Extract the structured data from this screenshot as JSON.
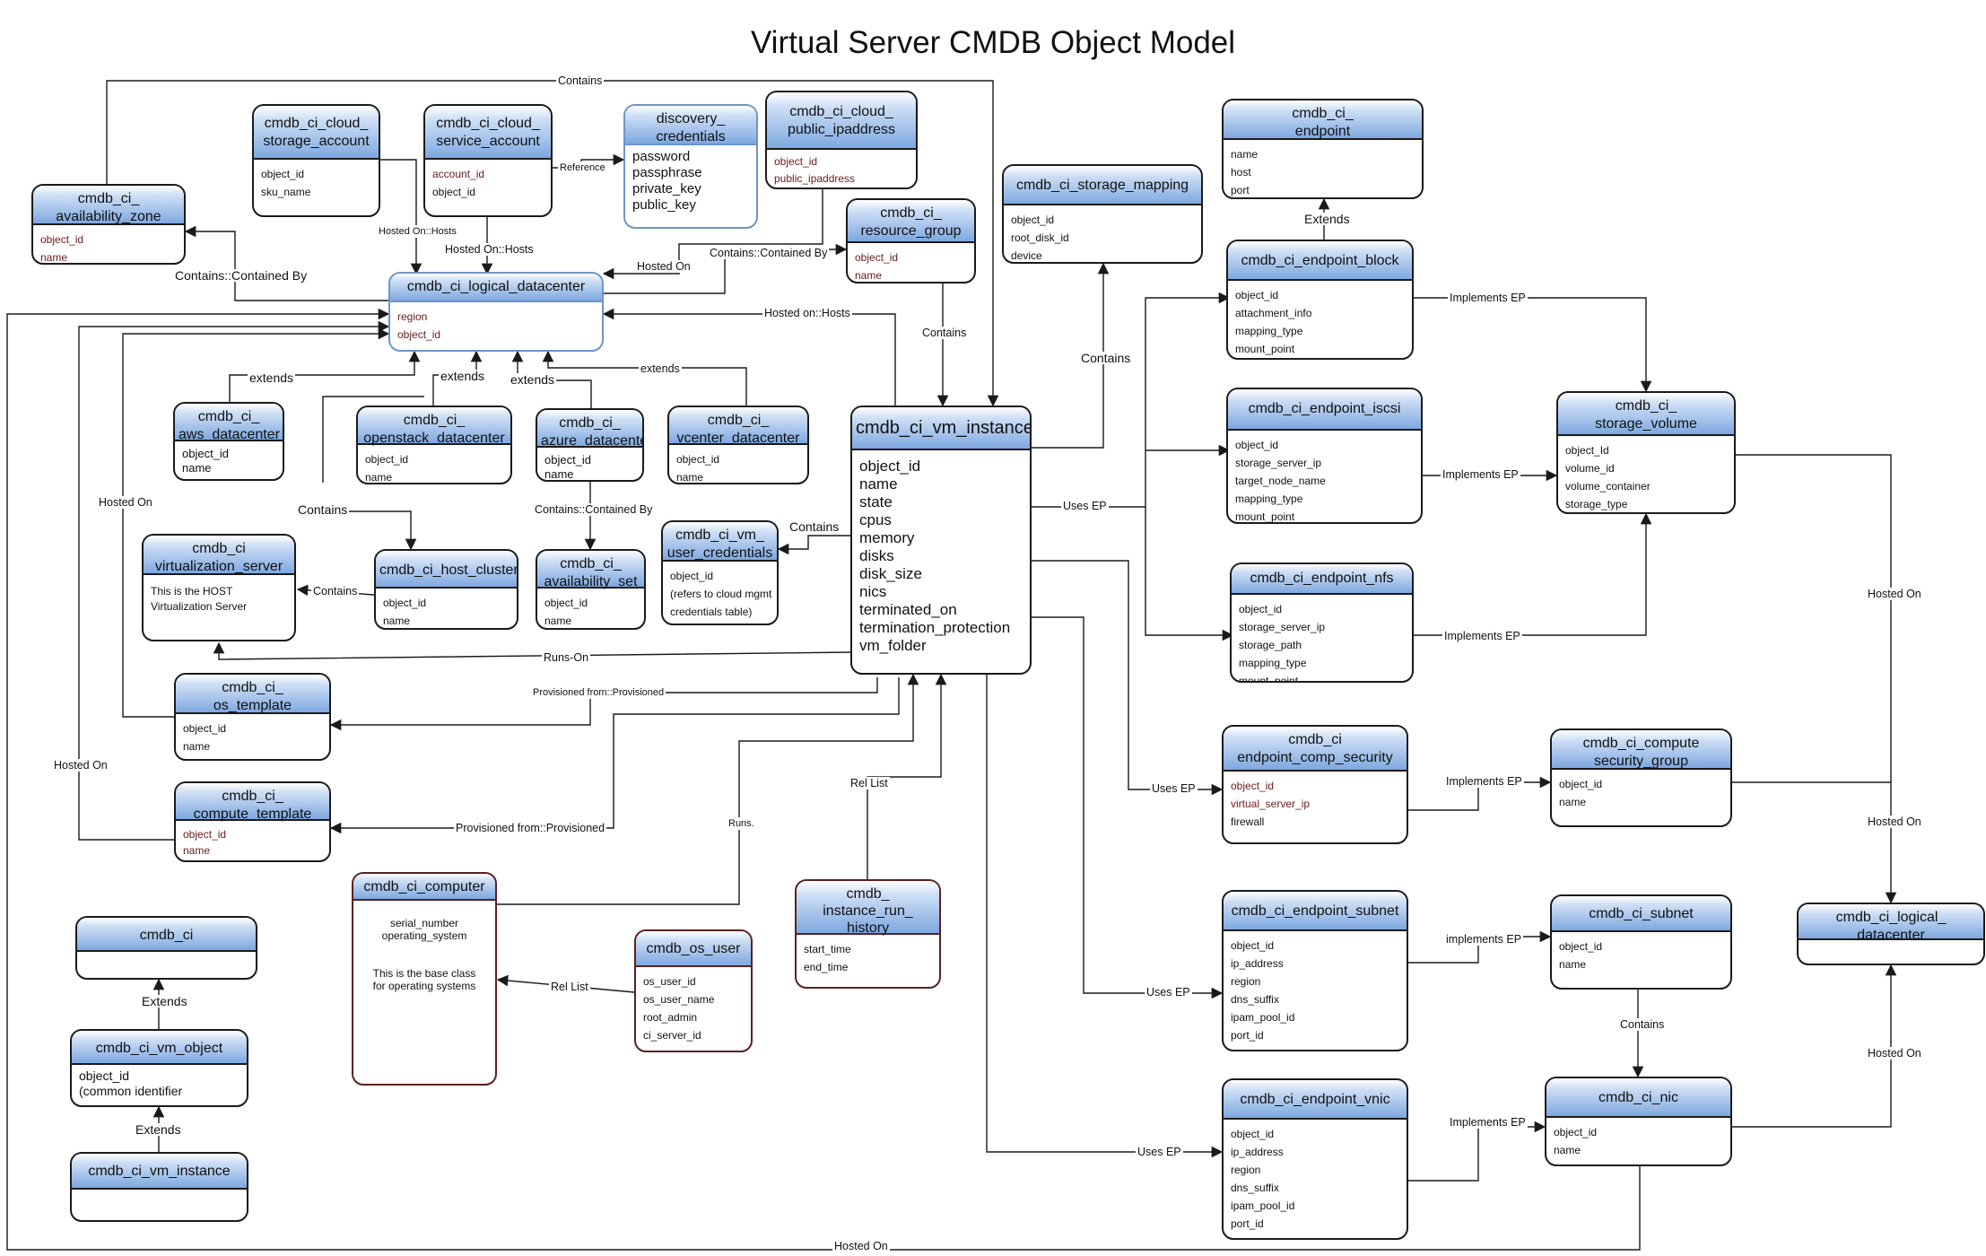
{
  "title": "Virtual Server CMDB Object Model",
  "colors": {
    "header_gradient_top": "#ffffff",
    "header_gradient_bottom": "#7ea8e0",
    "key_field_color": "#6a1a1a",
    "border": "#1a1a1a"
  },
  "entities": {
    "availability_zone": {
      "title": "cmdb_ci_\navailability_zone",
      "fields": [
        "object_id",
        "name"
      ]
    },
    "cloud_storage_account": {
      "title": "cmdb_ci_cloud_\nstorage_account",
      "fields": [
        "object_id",
        "sku_name"
      ]
    },
    "cloud_service_account": {
      "title": "cmdb_ci_cloud_\nservice_account",
      "fields": [
        "account_id",
        "object_id"
      ]
    },
    "discovery_credentials": {
      "title": "discovery_\ncredentials",
      "fields": [
        "password",
        "passphrase",
        "private_key",
        "public_key"
      ]
    },
    "cloud_public_ipaddress": {
      "title": "cmdb_ci_cloud_\npublic_ipaddress",
      "fields": [
        "object_id",
        "public_ipaddress"
      ]
    },
    "resource_group": {
      "title": "cmdb_ci_\nresource_group",
      "fields": [
        "object_id",
        "name"
      ]
    },
    "storage_mapping": {
      "title": "cmdb_ci_storage_mapping",
      "fields": [
        "object_id",
        "root_disk_id",
        "device"
      ]
    },
    "endpoint": {
      "title": "cmdb_ci_\nendpoint",
      "fields": [
        "name",
        "host",
        "port"
      ]
    },
    "logical_datacenter": {
      "title": "cmdb_ci_logical_datacenter",
      "fields": [
        "region",
        "object_id"
      ]
    },
    "endpoint_block": {
      "title": "cmdb_ci_endpoint_block",
      "fields": [
        "object_id",
        "attachment_info",
        "mapping_type",
        "mount_point"
      ]
    },
    "aws_datacenter": {
      "title": "cmdb_ci_\naws_datacenter",
      "fields": [
        "object_id",
        "name"
      ]
    },
    "openstack_datacenter": {
      "title": "cmdb_ci_\nopenstack_datacenter",
      "fields": [
        "object_id",
        "name"
      ]
    },
    "azure_datacenter": {
      "title": "cmdb_ci_\nazure_datacenter",
      "fields": [
        "object_id",
        "name"
      ]
    },
    "vcenter_datacenter": {
      "title": "cmdb_ci_\nvcenter_datacenter",
      "fields": [
        "object_id",
        "name"
      ]
    },
    "vm_instance": {
      "title": "cmdb_ci_vm_instance",
      "fields": [
        "object_id",
        "name",
        "state",
        "cpus",
        "memory",
        "disks",
        "disk_size",
        "nics",
        "terminated_on",
        "termination_protection",
        "vm_folder"
      ]
    },
    "endpoint_iscsi": {
      "title": "cmdb_ci_endpoint_iscsi",
      "fields": [
        "object_id",
        "storage_server_ip",
        "target_node_name",
        "mapping_type",
        "mount_point"
      ]
    },
    "storage_volume": {
      "title": "cmdb_ci_\nstorage_volume",
      "fields": [
        "object_Id",
        "volume_id",
        "volume_container",
        "storage_type"
      ]
    },
    "virtualization_server": {
      "title": "cmdb_ci\nvirtualization_server",
      "note": [
        "This is the HOST",
        "Virtualization Server"
      ]
    },
    "host_cluster": {
      "title": "cmdb_ci_host_cluster",
      "fields": [
        "object_id",
        "name"
      ]
    },
    "availability_set": {
      "title": "cmdb_ci_\navailability_set",
      "fields": [
        "object_id",
        "name"
      ]
    },
    "vm_user_credentials": {
      "title": "cmdb_ci_vm_\nuser_credentials",
      "fields": [
        "object_id",
        "(refers to cloud mgmt",
        "credentials table)"
      ]
    },
    "endpoint_nfs": {
      "title": "cmdb_ci_endpoint_nfs",
      "fields": [
        "object_id",
        "storage_server_ip",
        "storage_path",
        "mapping_type",
        "mount_point"
      ]
    },
    "os_template": {
      "title": "cmdb_ci_\nos_template",
      "fields": [
        "object_id",
        "name"
      ]
    },
    "endpoint_comp_security": {
      "title": "cmdb_ci\nendpoint_comp_security",
      "fields": [
        "object_id",
        "virtual_server_ip",
        "firewall"
      ]
    },
    "compute_security_group": {
      "title": "cmdb_ci_compute\nsecurity_group",
      "fields": [
        "object_id",
        "name"
      ]
    },
    "compute_template": {
      "title": "cmdb_ci_\ncompute_template",
      "fields": [
        "object_id",
        "name"
      ]
    },
    "computer": {
      "title": "cmdb_ci_computer",
      "fields": [
        "serial_number",
        "operating_system"
      ],
      "note": [
        "This is the base class",
        "for operating systems"
      ]
    },
    "instance_run_history": {
      "title": "cmdb_\ninstance_run_\nhistory",
      "fields": [
        "start_time",
        "end_time"
      ]
    },
    "cmdb_ci": {
      "title": "cmdb_ci"
    },
    "logical_datacenter_2": {
      "title": "cmdb_ci_logical_\ndatacenter"
    },
    "endpoint_subnet": {
      "title": "cmdb_ci_endpoint_subnet",
      "fields": [
        "object_id",
        "ip_address",
        "region",
        "dns_suffix",
        "ipam_pool_id",
        "port_id"
      ]
    },
    "subnet": {
      "title": "cmdb_ci_subnet",
      "fields": [
        "object_id",
        "name"
      ]
    },
    "os_user": {
      "title": "cmdb_os_user",
      "fields": [
        "os_user_id",
        "os_user_name",
        "root_admin",
        "ci_server_id"
      ]
    },
    "vm_object": {
      "title": "cmdb_ci_vm_object",
      "fields": [
        "object_id",
        "(common identifier"
      ]
    },
    "endpoint_vnic": {
      "title": "cmdb_ci_endpoint_vnic",
      "fields": [
        "object_id",
        "ip_address",
        "region",
        "dns_suffix",
        "ipam_pool_id",
        "port_id"
      ]
    },
    "nic": {
      "title": "cmdb_ci_nic",
      "fields": [
        "object_id",
        "name"
      ]
    },
    "vm_instance_2": {
      "title": "cmdb_ci_vm_instance"
    }
  },
  "relationships": {
    "contains": "Contains",
    "contains_contained_by": "Contains::Contained By",
    "hosted_on_hosts": "Hosted On::Hosts",
    "hosted_on_colon_hosts": "Hosted On::Hosts",
    "reference": "Reference",
    "hosted_on": "Hosted On",
    "hosted_on_hosts_lower": "Hosted on::Hosts",
    "extends": "extends",
    "extends_cap": "Extends",
    "implements_ep": "Implements EP",
    "implements_ep_lower": "implements EP",
    "uses_ep": "Uses EP",
    "runs_on": "Runs-On",
    "provisioned_from": "Provisioned from::Provisioned",
    "rel_list": "Rel List",
    "runs": "Runs."
  }
}
